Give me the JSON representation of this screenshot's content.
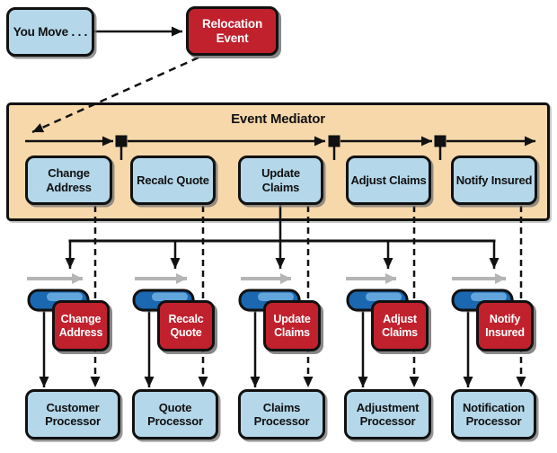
{
  "top": {
    "trigger_label": "You Move . . .",
    "event_label": "Relocation Event"
  },
  "mediator": {
    "title": "Event Mediator",
    "steps": [
      {
        "label": "Change Address"
      },
      {
        "label": "Recalc Quote"
      },
      {
        "label": "Update Claims"
      },
      {
        "label": "Adjust Claims"
      },
      {
        "label": "Notify Insured"
      }
    ]
  },
  "channels": [
    {
      "event_label": "Change Address"
    },
    {
      "event_label": "Recalc Quote"
    },
    {
      "event_label": "Update Claims"
    },
    {
      "event_label": "Adjust Claims"
    },
    {
      "event_label": "Notify Insured"
    }
  ],
  "processors": [
    {
      "label": "Customer Processor"
    },
    {
      "label": "Quote Processor"
    },
    {
      "label": "Claims Processor"
    },
    {
      "label": "Adjustment Processor"
    },
    {
      "label": "Notification Processor"
    }
  ],
  "colors": {
    "box_blue": "#b4d7ea",
    "event_red": "#c0212d",
    "mediator_tan": "#f7d8ab",
    "cylinder_blue": "#1b67b0",
    "cylinder_highlight": "#61a5dc",
    "gray_arrow": "#b5b5b5",
    "line_black": "#111111"
  }
}
